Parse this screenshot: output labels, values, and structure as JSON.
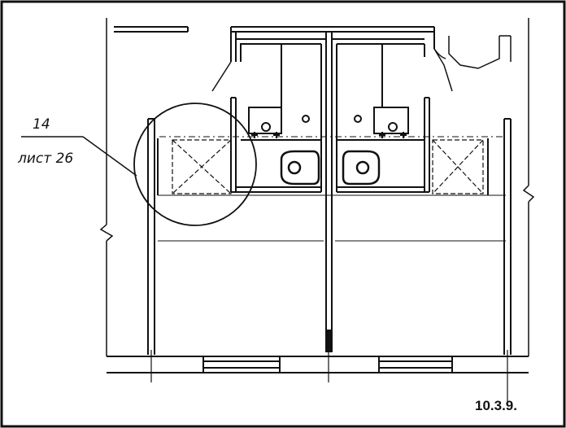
{
  "callout": {
    "number": "14",
    "sheet": "лист 26"
  },
  "figure_label": "10.3.9.",
  "colors": {
    "ink": "#111111",
    "paper": "#ffffff"
  }
}
